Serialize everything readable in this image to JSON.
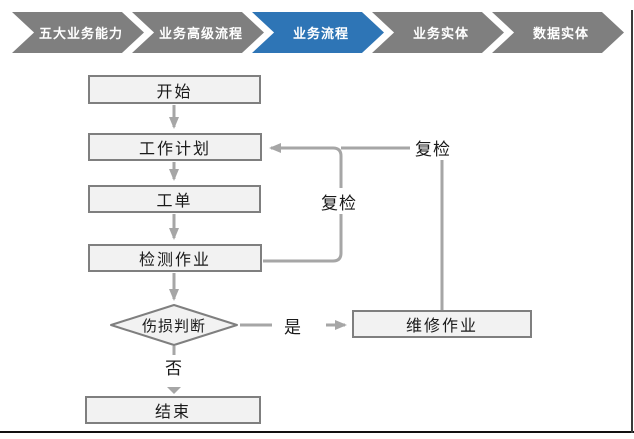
{
  "breadcrumb": {
    "items": [
      {
        "label": "五大业务能力",
        "active": false
      },
      {
        "label": "业务高级流程",
        "active": false
      },
      {
        "label": "业务流程",
        "active": true
      },
      {
        "label": "业务实体",
        "active": false
      },
      {
        "label": "数据实体",
        "active": false
      }
    ],
    "colors": {
      "inactive": "#7f7f7f",
      "active": "#2e75b6",
      "text": "#ffffff"
    }
  },
  "flowchart": {
    "nodes": {
      "start": {
        "label": "开始",
        "shape": "rect"
      },
      "work_plan": {
        "label": "工作计划",
        "shape": "rect"
      },
      "work_order": {
        "label": "工单",
        "shape": "rect"
      },
      "inspection": {
        "label": "检测作业",
        "shape": "rect"
      },
      "damage_decision": {
        "label": "伤损判断",
        "shape": "diamond"
      },
      "repair": {
        "label": "维修作业",
        "shape": "rect"
      },
      "end": {
        "label": "结束",
        "shape": "rect"
      }
    },
    "edge_labels": {
      "recheck_inner": "复检",
      "recheck_outer": "复检",
      "yes": "是",
      "no": "否"
    },
    "colors": {
      "node_fill": "#f2f2f2",
      "node_border": "#7f7f7f",
      "arrow": "#a6a6a6",
      "text": "#1a1a1a"
    }
  }
}
